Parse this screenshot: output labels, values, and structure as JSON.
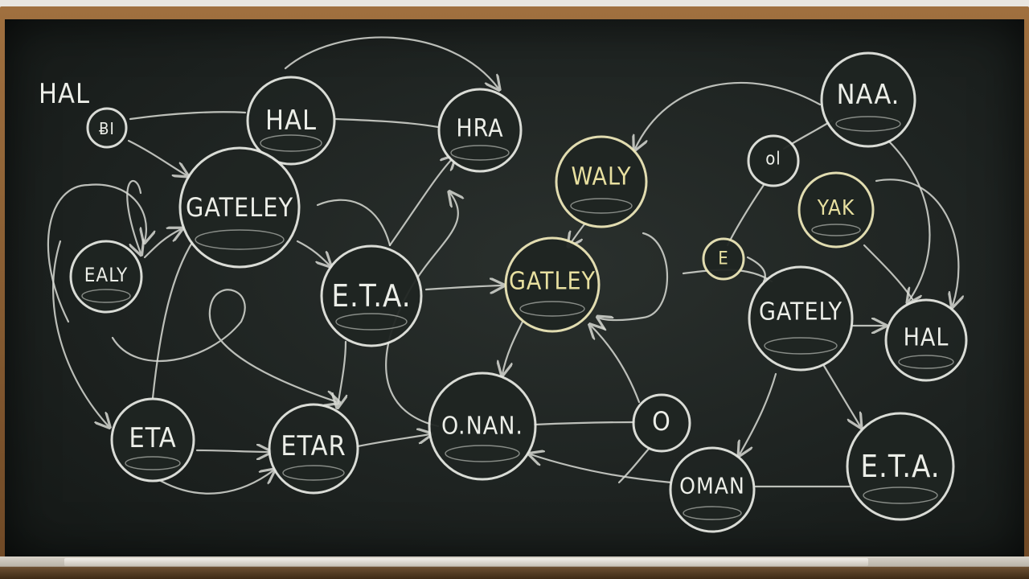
{
  "board": {
    "title_label": "HAL",
    "colors": {
      "chalk": "#e4e6e0",
      "chalk_yellow": "#e8e0a0",
      "board": "#1e2321",
      "frame": "#8b5e34"
    }
  },
  "nodes": [
    {
      "id": "n-hal-small",
      "label": "ɃI",
      "color": "chalk"
    },
    {
      "id": "n-hal",
      "label": "HAL",
      "color": "chalk"
    },
    {
      "id": "n-hra",
      "label": "HRA",
      "color": "chalk"
    },
    {
      "id": "n-gateley",
      "label": "GATELEY",
      "color": "chalk"
    },
    {
      "id": "n-ealy",
      "label": "EALY",
      "color": "chalk"
    },
    {
      "id": "n-eta-center",
      "label": "E.T.A.",
      "color": "chalk"
    },
    {
      "id": "n-waly",
      "label": "WALY",
      "color": "chalk_yellow"
    },
    {
      "id": "n-gatley-center",
      "label": "GATLEY",
      "color": "chalk_yellow"
    },
    {
      "id": "n-naa",
      "label": "NAA.",
      "color": "chalk"
    },
    {
      "id": "n-ol",
      "label": "ol",
      "color": "chalk"
    },
    {
      "id": "n-yak",
      "label": "YAK",
      "color": "chalk_yellow"
    },
    {
      "id": "n-e",
      "label": "E",
      "color": "chalk_yellow"
    },
    {
      "id": "n-gately-right",
      "label": "GATELY",
      "color": "chalk"
    },
    {
      "id": "n-hal-right",
      "label": "HAL",
      "color": "chalk"
    },
    {
      "id": "n-eta-left",
      "label": "ETA",
      "color": "chalk"
    },
    {
      "id": "n-etar",
      "label": "ETAR",
      "color": "chalk"
    },
    {
      "id": "n-onan",
      "label": "O.NAN.",
      "color": "chalk"
    },
    {
      "id": "n-o",
      "label": "O",
      "color": "chalk"
    },
    {
      "id": "n-oman",
      "label": "OMAN",
      "color": "chalk"
    },
    {
      "id": "n-eta-right",
      "label": "E.T.A.",
      "color": "chalk"
    }
  ]
}
